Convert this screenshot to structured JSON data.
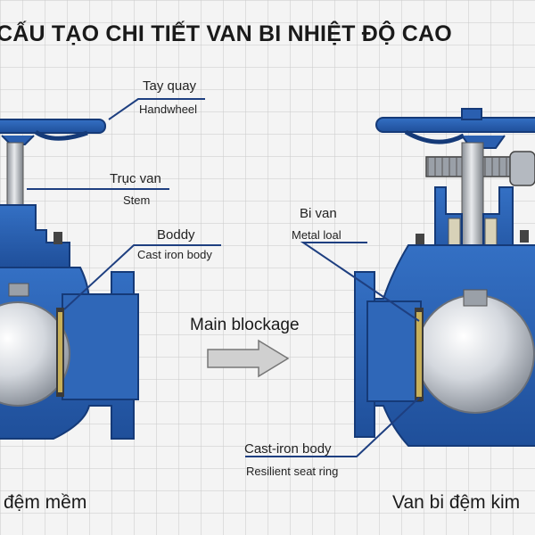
{
  "title": "CẤU TẠO CHI TIẾT VAN BI NHIỆT ĐỘ CAO",
  "labels": {
    "handwheel_vi": "Tay quay",
    "handwheel_en": "Handwheel",
    "stem_vi": "Trục van",
    "stem_en": "Stem",
    "body_vi": "Boddy",
    "body_en": "Cast iron body",
    "ball_vi": "Bi van",
    "ball_en": "Metal loal",
    "seat_vi": "Cast-iron body",
    "seat_en": "Resilient seat ring"
  },
  "flow_label": "Main blockage",
  "captions": {
    "left": "đệm mềm",
    "right": "Van bi đệm kim"
  },
  "colors": {
    "valve_blue": "#2a5fb0",
    "valve_dark": "#153a78",
    "grid": "#c9c9c9",
    "ball": "#d9dde2",
    "arrow": "#cfcfcf"
  }
}
